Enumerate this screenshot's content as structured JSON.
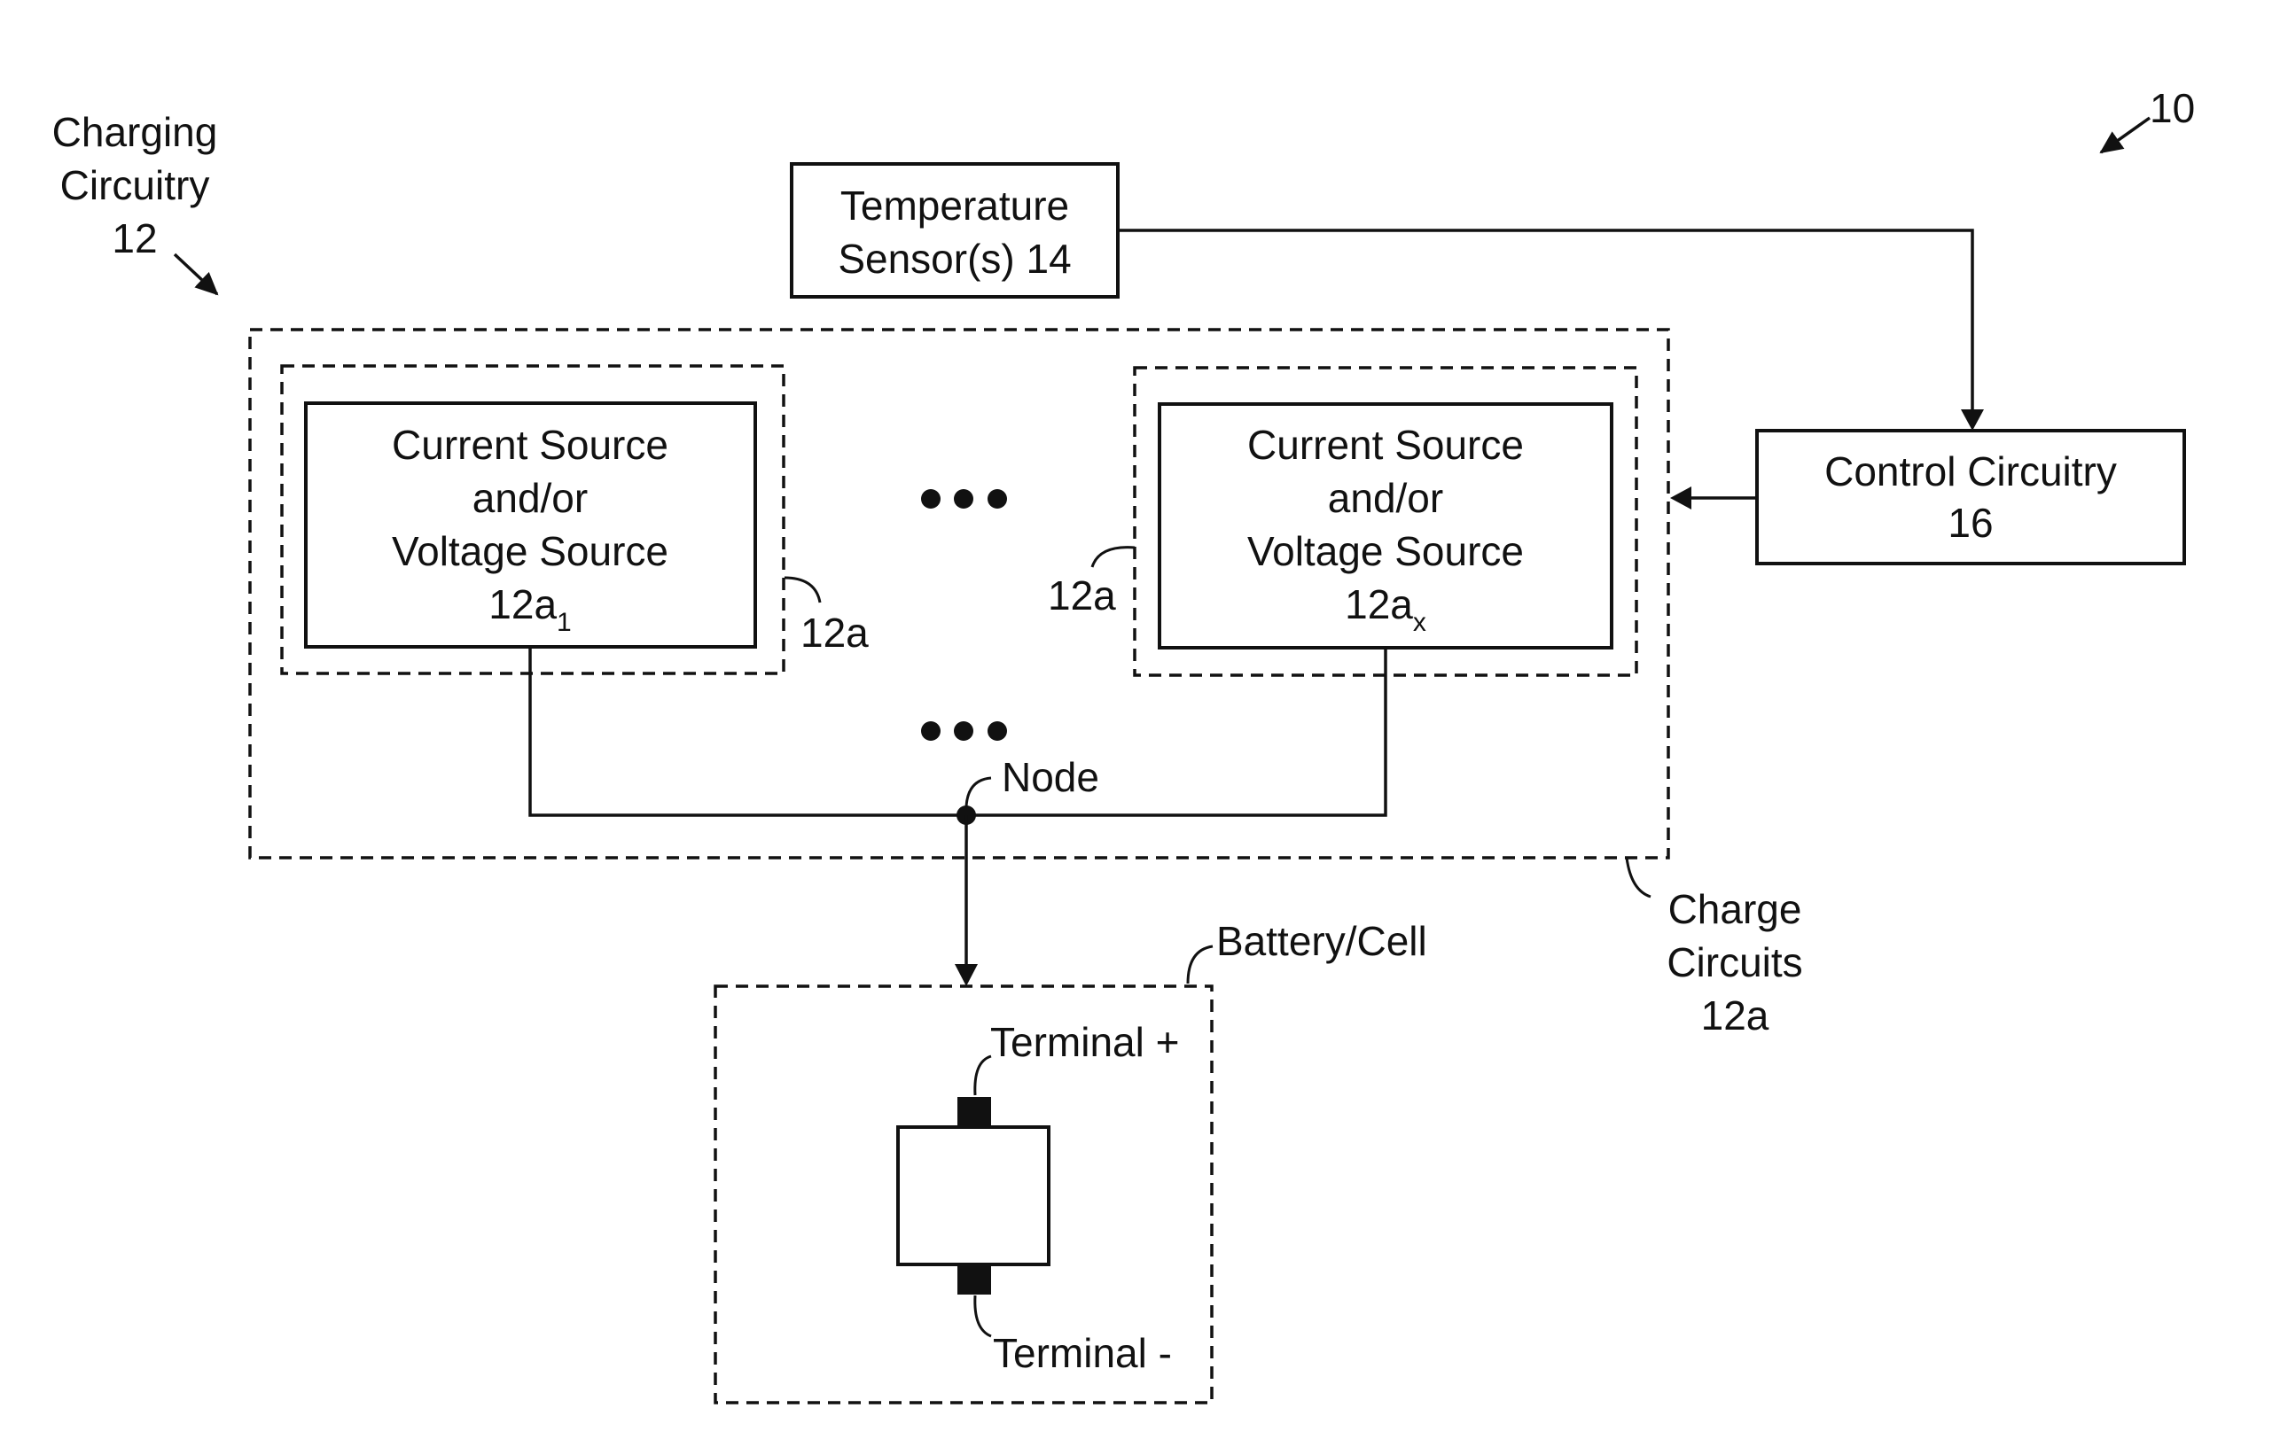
{
  "figure_ref": "10",
  "charging_circuitry": {
    "line1": "Charging",
    "line2": "Circuitry",
    "line3": "12"
  },
  "temperature_sensor": {
    "line1": "Temperature",
    "line2": "Sensor(s) 14"
  },
  "control_circuitry": {
    "line1": "Control Circuitry",
    "line2": "16"
  },
  "source_left": {
    "line1": "Current Source",
    "line2": "and/or",
    "line3": "Voltage Source",
    "ref": "12a",
    "subscript": "1",
    "callout": "12a"
  },
  "source_right": {
    "line1": "Current Source",
    "line2": "and/or",
    "line3": "Voltage Source",
    "ref": "12a",
    "subscript": "x",
    "callout": "12a"
  },
  "node_label": "Node",
  "charge_circuits": {
    "line1": "Charge",
    "line2": "Circuits",
    "line3": "12a"
  },
  "battery": {
    "label": "Battery/Cell",
    "terminal_pos": "Terminal +",
    "terminal_neg": "Terminal -"
  },
  "icons": {
    "ellipsis": "ellipsis-dots-icon",
    "arrow": "arrow-icon",
    "node": "junction-dot-icon"
  }
}
